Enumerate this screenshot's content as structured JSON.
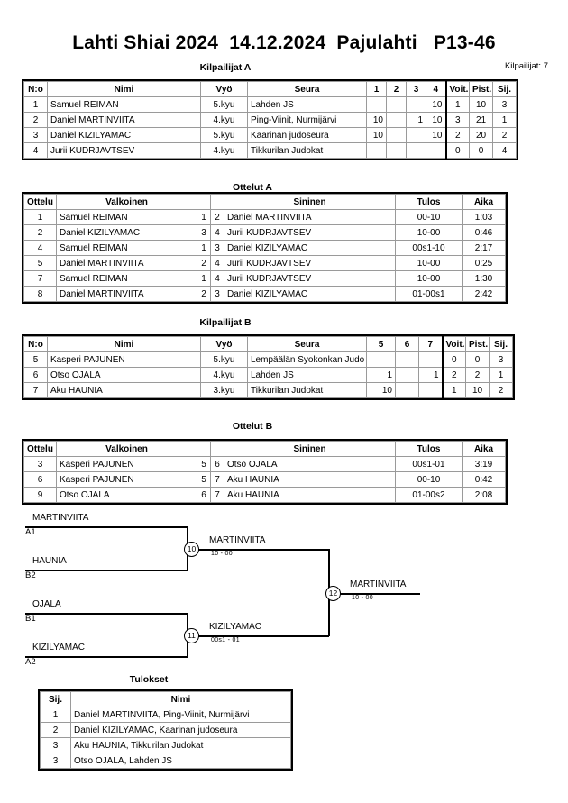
{
  "header": {
    "title": "Lahti Shiai 2024  14.12.2024  Pajulahti   P13-46",
    "entrants_label": "Kilpailijat: 7"
  },
  "sections": {
    "pool_a_caption": "Kilpailijat A",
    "matches_a_caption": "Ottelut A",
    "pool_b_caption": "Kilpailijat B",
    "matches_b_caption": "Ottelut B",
    "results_caption": "Tulokset"
  },
  "pool_a": {
    "columns": [
      "N:o",
      "Nimi",
      "Vyö",
      "Seura",
      "1",
      "2",
      "3",
      "4",
      "Voit.",
      "Pist.",
      "Sij."
    ],
    "rows": [
      {
        "no": "1",
        "name": "Samuel REIMAN",
        "belt": "5.kyu",
        "club": "Lahden JS",
        "m": [
          "",
          "",
          "",
          "10"
        ],
        "wins": "1",
        "points": "10",
        "rank": "3"
      },
      {
        "no": "2",
        "name": "Daniel MARTINVIITA",
        "belt": "4.kyu",
        "club": "Ping-Viinit, Nurmijärvi",
        "m": [
          "10",
          "",
          "1",
          "10"
        ],
        "wins": "3",
        "points": "21",
        "rank": "1"
      },
      {
        "no": "3",
        "name": "Daniel KIZILYAMAC",
        "belt": "5.kyu",
        "club": "Kaarinan judoseura",
        "m": [
          "10",
          "",
          "",
          "10"
        ],
        "wins": "2",
        "points": "20",
        "rank": "2"
      },
      {
        "no": "4",
        "name": "Jurii KUDRJAVTSEV",
        "belt": "4.kyu",
        "club": "Tikkurilan Judokat",
        "m": [
          "",
          "",
          "",
          ""
        ],
        "wins": "0",
        "points": "0",
        "rank": "4"
      }
    ]
  },
  "matches_a": {
    "columns": [
      "Ottelu",
      "Valkoinen",
      "",
      "",
      "Sininen",
      "Tulos",
      "Aika"
    ],
    "rows": [
      {
        "no": "1",
        "white": "Samuel REIMAN",
        "wn": "1",
        "bn": "2",
        "blue": "Daniel MARTINVIITA",
        "result": "00-10",
        "time": "1:03"
      },
      {
        "no": "2",
        "white": "Daniel KIZILYAMAC",
        "wn": "3",
        "bn": "4",
        "blue": "Jurii KUDRJAVTSEV",
        "result": "10-00",
        "time": "0:46"
      },
      {
        "no": "4",
        "white": "Samuel REIMAN",
        "wn": "1",
        "bn": "3",
        "blue": "Daniel KIZILYAMAC",
        "result": "00s1-10",
        "time": "2:17"
      },
      {
        "no": "5",
        "white": "Daniel MARTINVIITA",
        "wn": "2",
        "bn": "4",
        "blue": "Jurii KUDRJAVTSEV",
        "result": "10-00",
        "time": "0:25"
      },
      {
        "no": "7",
        "white": "Samuel REIMAN",
        "wn": "1",
        "bn": "4",
        "blue": "Jurii KUDRJAVTSEV",
        "result": "10-00",
        "time": "1:30"
      },
      {
        "no": "8",
        "white": "Daniel MARTINVIITA",
        "wn": "2",
        "bn": "3",
        "blue": "Daniel KIZILYAMAC",
        "result": "01-00s1",
        "time": "2:42"
      }
    ]
  },
  "pool_b": {
    "columns": [
      "N:o",
      "Nimi",
      "Vyö",
      "Seura",
      "5",
      "6",
      "7",
      "Voit.",
      "Pist.",
      "Sij."
    ],
    "rows": [
      {
        "no": "5",
        "name": "Kasperi PAJUNEN",
        "belt": "5.kyu",
        "club": "Lempäälän Syokonkan Judo",
        "m": [
          "",
          "",
          ""
        ],
        "wins": "0",
        "points": "0",
        "rank": "3"
      },
      {
        "no": "6",
        "name": "Otso OJALA",
        "belt": "4.kyu",
        "club": "Lahden JS",
        "m": [
          "1",
          "",
          "1"
        ],
        "wins": "2",
        "points": "2",
        "rank": "1"
      },
      {
        "no": "7",
        "name": "Aku HAUNIA",
        "belt": "3.kyu",
        "club": "Tikkurilan Judokat",
        "m": [
          "10",
          "",
          ""
        ],
        "wins": "1",
        "points": "10",
        "rank": "2"
      }
    ]
  },
  "matches_b": {
    "columns": [
      "Ottelu",
      "Valkoinen",
      "",
      "",
      "Sininen",
      "Tulos",
      "Aika"
    ],
    "rows": [
      {
        "no": "3",
        "white": "Kasperi PAJUNEN",
        "wn": "5",
        "bn": "6",
        "blue": "Otso OJALA",
        "result": "00s1-01",
        "time": "3:19"
      },
      {
        "no": "6",
        "white": "Kasperi PAJUNEN",
        "wn": "5",
        "bn": "7",
        "blue": "Aku HAUNIA",
        "result": "00-10",
        "time": "0:42"
      },
      {
        "no": "9",
        "white": "Otso OJALA",
        "wn": "6",
        "bn": "7",
        "blue": "Aku HAUNIA",
        "result": "01-00s2",
        "time": "2:08"
      }
    ]
  },
  "bracket": {
    "entries": [
      {
        "name": "MARTINVIITA",
        "seed": "A1"
      },
      {
        "name": "HAUNIA",
        "seed": "B2"
      },
      {
        "name": "OJALA",
        "seed": "B1"
      },
      {
        "name": "KIZILYAMAC",
        "seed": "A2"
      }
    ],
    "semifinals": [
      {
        "number": "10",
        "winner": "MARTINVIITA",
        "score": "10 - 00"
      },
      {
        "number": "11",
        "winner": "KIZILYAMAC",
        "score": "00s1 - 01"
      }
    ],
    "final": {
      "number": "12",
      "winner": "MARTINVIITA",
      "score": "10 - 00"
    }
  },
  "results": {
    "columns": [
      "Sij.",
      "Nimi"
    ],
    "rows": [
      {
        "rank": "1",
        "name": "Daniel MARTINVIITA, Ping-Viinit, Nurmijärvi"
      },
      {
        "rank": "2",
        "name": "Daniel KIZILYAMAC, Kaarinan judoseura"
      },
      {
        "rank": "3",
        "name": "Aku HAUNIA, Tikkurilan Judokat"
      },
      {
        "rank": "3",
        "name": "Otso OJALA, Lahden JS"
      }
    ]
  }
}
